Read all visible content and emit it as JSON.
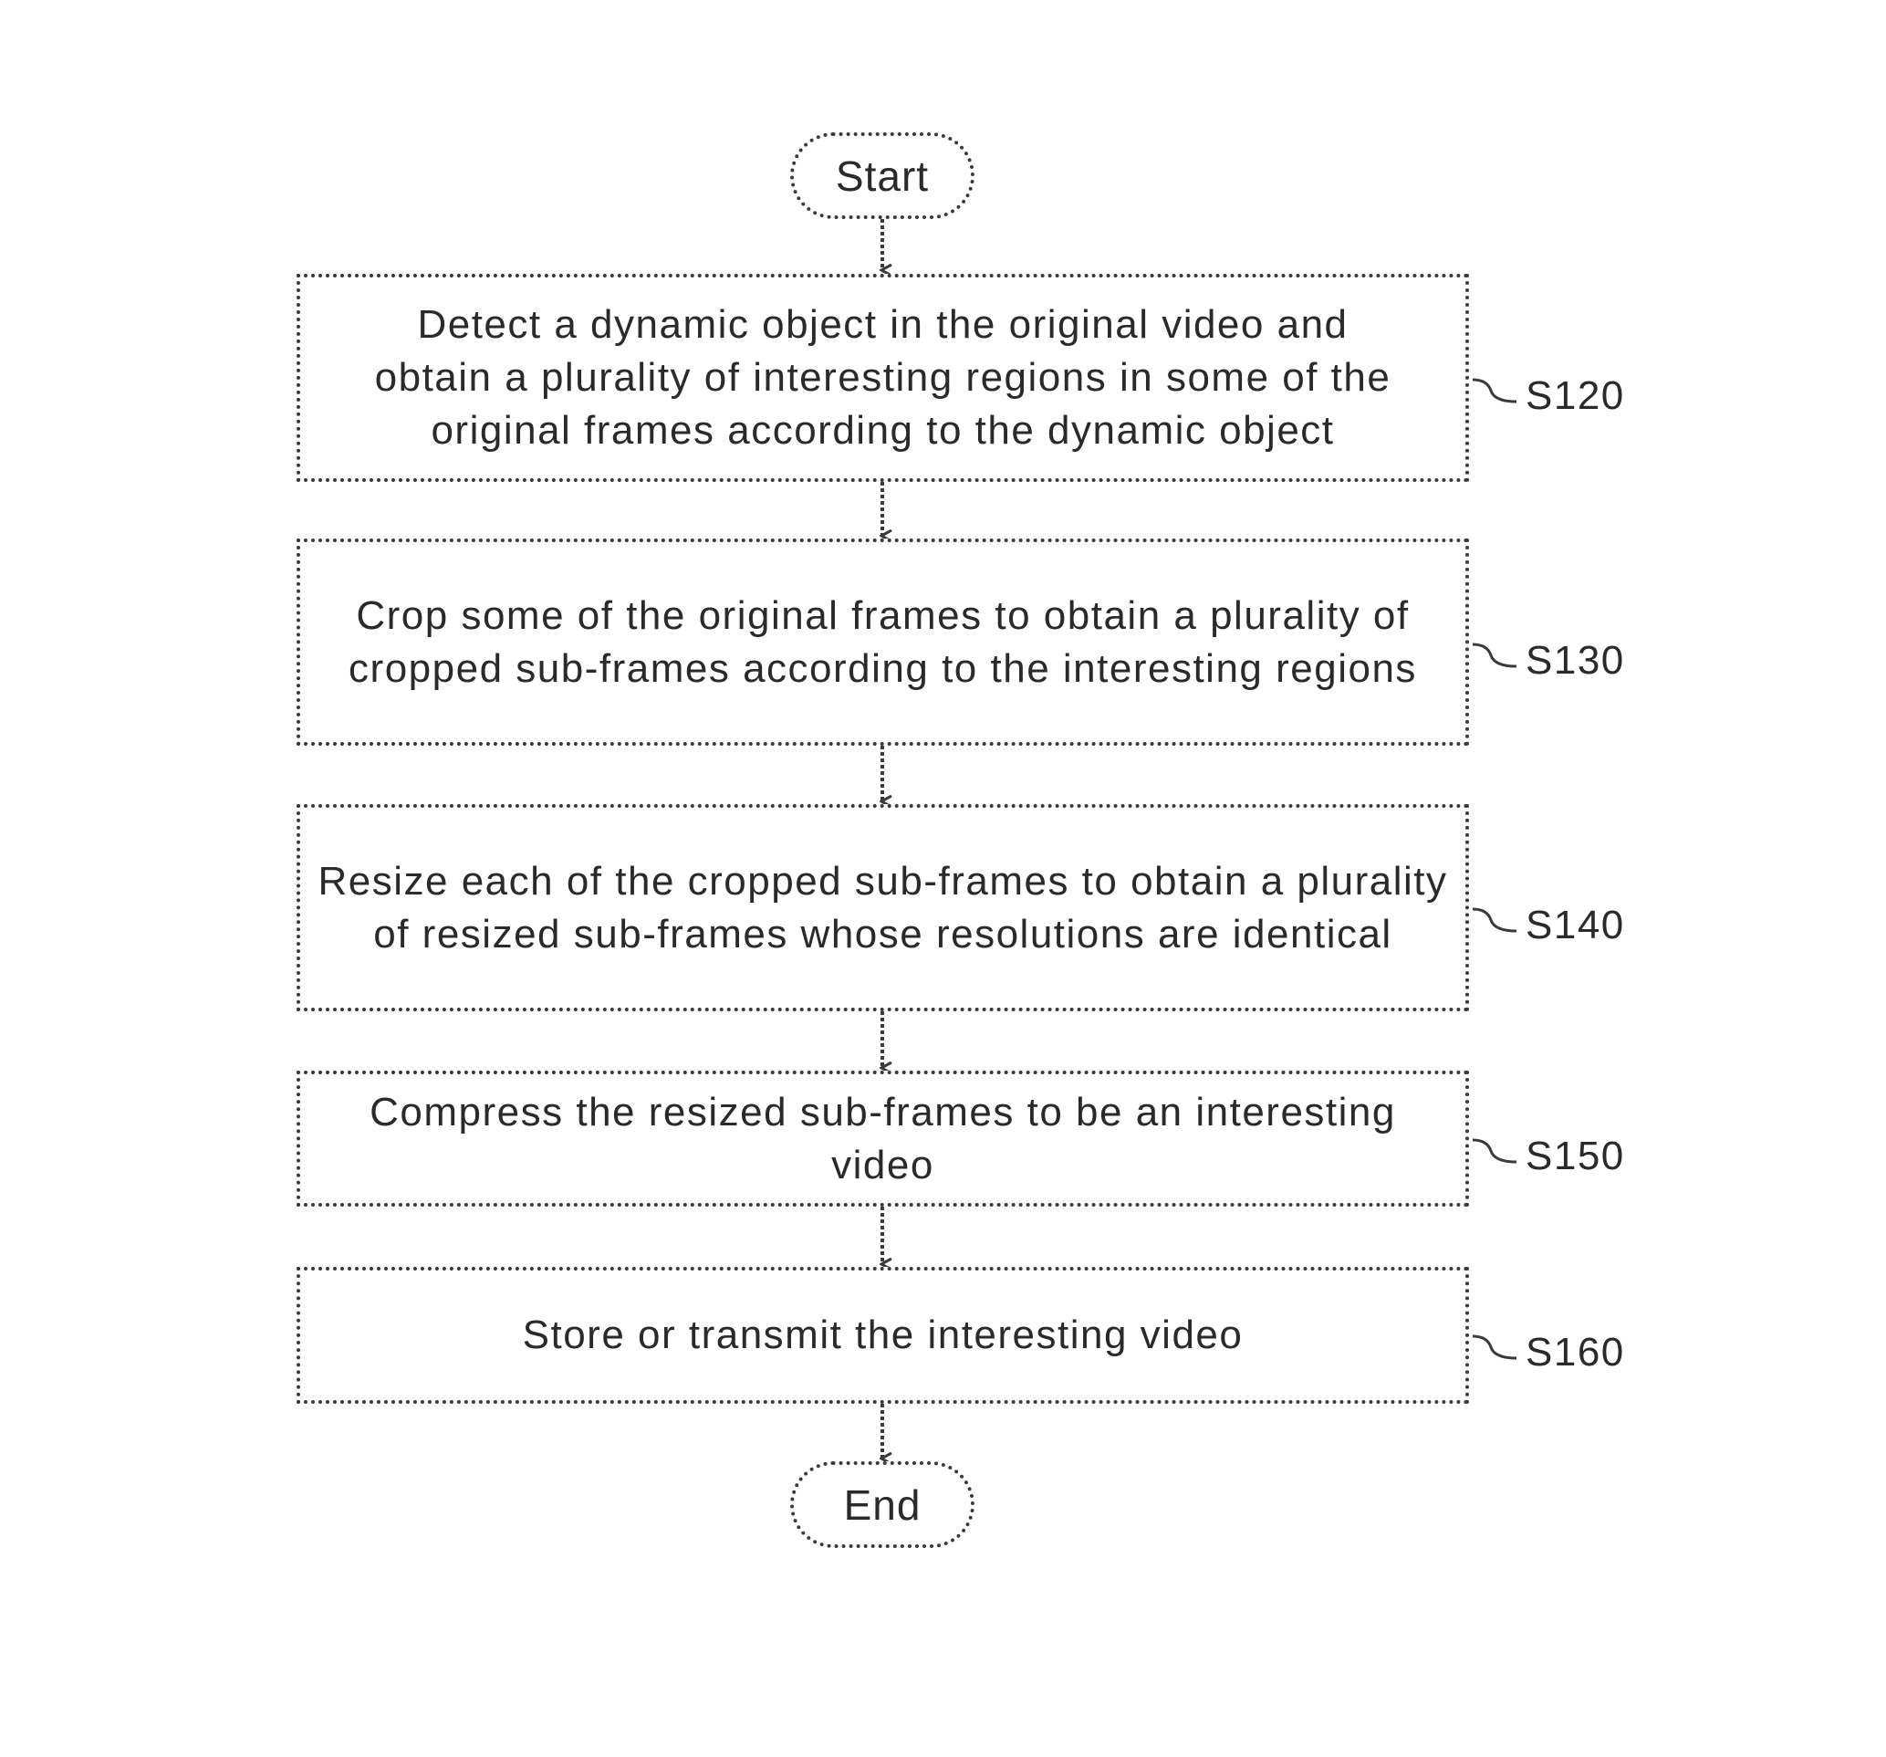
{
  "start": {
    "label": "Start"
  },
  "end": {
    "label": "End"
  },
  "steps": [
    {
      "id": "S120",
      "text": "Detect a dynamic object in the original video and\nobtain a plurality of interesting regions in some of the\noriginal frames according to the dynamic object"
    },
    {
      "id": "S130",
      "text": "Crop some of the original frames to obtain a plurality of\ncropped sub-frames according to the interesting regions"
    },
    {
      "id": "S140",
      "text": "Resize each of the cropped sub-frames to obtain a plurality\nof resized sub-frames whose resolutions are identical"
    },
    {
      "id": "S150",
      "text": "Compress the resized sub-frames to be an interesting\nvideo"
    },
    {
      "id": "S160",
      "text": "Store or transmit the interesting video"
    }
  ]
}
